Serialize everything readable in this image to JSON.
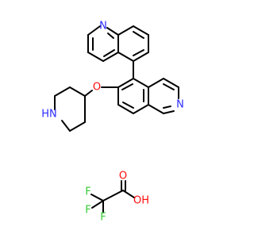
{
  "colors": {
    "bond": "#000000",
    "nitrogen": "#2c2cff",
    "oxygen": "#ff0d0d",
    "fluorine": "#33cc33",
    "background": "#ffffff"
  },
  "molecule": {
    "atoms": [
      {
        "id": "N_quinoline",
        "label": "N",
        "element": "N"
      },
      {
        "id": "O_ether",
        "label": "O",
        "element": "O"
      },
      {
        "id": "NH_piperidine",
        "label": "HN",
        "element": "N"
      },
      {
        "id": "N_isoquinoline",
        "label": "N",
        "element": "N"
      },
      {
        "id": "F_1",
        "label": "F",
        "element": "F"
      },
      {
        "id": "F_2",
        "label": "F",
        "element": "F"
      },
      {
        "id": "F_3",
        "label": "F",
        "element": "F"
      },
      {
        "id": "O_carbonyl",
        "label": "O",
        "element": "O"
      },
      {
        "id": "OH_acid",
        "label": "OH",
        "element": "O"
      }
    ]
  }
}
